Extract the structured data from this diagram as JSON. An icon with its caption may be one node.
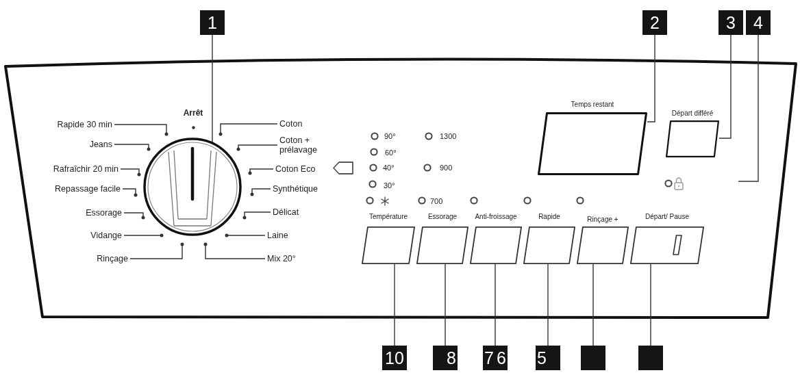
{
  "diagram": {
    "nodes": [
      {
        "text": [
          "1"
        ]
      },
      {
        "text": [
          "2"
        ]
      },
      {
        "text": [
          "3"
        ]
      },
      {
        "text": [
          "4"
        ]
      },
      {
        "text": [],
        "shape": "circle"
      },
      {
        "text": [
          "Rapide 30 min"
        ]
      },
      {
        "text": [
          "Jeans"
        ]
      },
      {
        "text": [
          "Rafraîchir 20 min"
        ]
      },
      {
        "text": [
          "Repassage facile"
        ]
      },
      {
        "text": [
          "Essorage"
        ]
      },
      {
        "text": [
          "Vidange"
        ]
      },
      {
        "text": [
          "Rinçage"
        ]
      },
      {
        "text": [
          "Coton"
        ]
      },
      {
        "text": [
          "Coton + prélavage"
        ]
      },
      {
        "text": [
          "Coton Eco"
        ]
      },
      {
        "text": [
          "Synthétique"
        ]
      },
      {
        "text": [
          "Délicat"
        ]
      },
      {
        "text": [
          "Laine"
        ]
      },
      {
        "text": [
          "Mix 20°"
        ]
      },
      {
        "text": [
          "Temps restant"
        ]
      },
      {
        "text": [
          "Départ différé"
        ]
      },
      {
        "text": [
          "Température"
        ]
      },
      {
        "text": [
          "Essorage"
        ]
      },
      {
        "text": [
          "Anti-froissage"
        ]
      },
      {
        "text": [
          "Rapide"
        ]
      },
      {
        "text": [
          "Rinçage +"
        ]
      },
      {
        "text": [
          "Départ/ Pause"
        ]
      },
      {
        "text": [
          "10"
        ]
      },
      {
        "text": [
          "8"
        ]
      },
      {
        "text": [
          "7",
          "6"
        ]
      },
      {
        "text": [
          "5"
        ]
      },
      {
        "text": [],
        "shape": "box"
      },
      {
        "text": [],
        "shape": "box"
      }
    ],
    "edges": [
      {
        "from": 0,
        "to": 4,
        "arrow": "none"
      },
      {
        "from": 1,
        "to": 19,
        "arrow": "none"
      },
      {
        "from": 2,
        "to": 20,
        "arrow": "none"
      },
      {
        "from": 3,
        "to": null,
        "arrow": "none"
      },
      {
        "from": 5,
        "to": 4,
        "arrow": "other"
      },
      {
        "from": 6,
        "to": 4,
        "arrow": "other"
      },
      {
        "from": 7,
        "to": 4,
        "arrow": "other"
      },
      {
        "from": 8,
        "to": 4,
        "arrow": "other"
      },
      {
        "from": 9,
        "to": 4,
        "arrow": "other"
      },
      {
        "from": 10,
        "to": 4,
        "arrow": "other"
      },
      {
        "from": 11,
        "to": 4,
        "arrow": "other"
      },
      {
        "from": 12,
        "to": 4,
        "arrow": "other"
      },
      {
        "from": 13,
        "to": 4,
        "arrow": "other"
      },
      {
        "from": 14,
        "to": 4,
        "arrow": "other"
      },
      {
        "from": 15,
        "to": 4,
        "arrow": "other"
      },
      {
        "from": 16,
        "to": 4,
        "arrow": "other"
      },
      {
        "from": 17,
        "to": 4,
        "arrow": "other"
      },
      {
        "from": 18,
        "to": 4,
        "arrow": "other"
      },
      {
        "from": 27,
        "to": 21,
        "arrow": "none"
      },
      {
        "from": 28,
        "to": 22,
        "arrow": "none"
      },
      {
        "from": 29,
        "to": 23,
        "arrow": "none"
      },
      {
        "from": 30,
        "to": 24,
        "arrow": "none"
      },
      {
        "from": 31,
        "to": 25,
        "arrow": "none"
      },
      {
        "from": 32,
        "to": 26,
        "arrow": "none"
      }
    ],
    "labels": [
      "Arrêt",
      "90°",
      "1300",
      "60°",
      "40°",
      "900",
      "30°",
      "700"
    ]
  }
}
